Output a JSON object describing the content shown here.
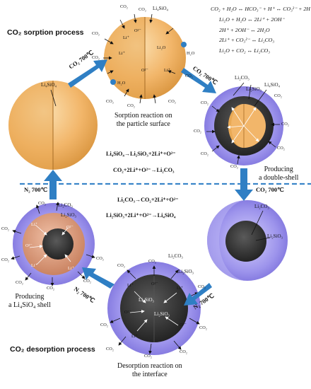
{
  "headings": {
    "sorption": "CO₂ sorption process",
    "desorption": "CO₂ desorption process"
  },
  "conditions": {
    "co2_700_left": "CO₂ 700℃",
    "co2_700_right": "CO₂ 700℃",
    "co2_700_down": "CO₂ 700℃",
    "n2_700_left": "N₂ 700℃",
    "n2_700_bottom_left": "N₂ 700℃",
    "n2_700_bottom_right": "N₂ 700℃"
  },
  "captions": {
    "sorption_surface_1": "Sorption reaction on",
    "sorption_surface_2": "the particle surface",
    "double_shell_1": "Producing",
    "double_shell_2": "a double-shell",
    "li4sio4_shell_1": "Producing",
    "li4sio4_shell_2": "a Li₄SiO₄ shell",
    "desorption_1": "Desorption reaction on",
    "desorption_2": "the interface"
  },
  "equations": {
    "top_right": [
      "CO₂ + H₂O ↔ HCO₃⁻ + H⁺ ↔ CO₃²⁻ + 2H⁺",
      "Li₂O + H₂O ↔ 2Li⁺ + 2OH⁻",
      "2H⁺ + 2OH⁻ ↔ 2H₂O",
      "2Li⁺ + CO₃²⁻ ↔ Li₂CO₃",
      "Li₂O + CO₂ ↔ Li₂CO₃"
    ],
    "sorption_1": "Li₄SiO₄→Li₂SiO₃+2Li⁺+O²⁻",
    "sorption_2": "CO₂+2Li⁺+O²⁻→Li₂CO₃",
    "desorption_1": "Li₂CO₃→CO₂+2Li⁺+O²⁻",
    "desorption_2": "Li₂SiO₃+2Li⁺+O²⁻→Li₄SiO₄"
  },
  "particle_labels": {
    "li4sio4": "Li₄SiO₄",
    "li2sio3": "Li₂SiO₃",
    "li2co3": "Li₂CO₃",
    "co2": "CO₂",
    "h2o": "H₂O",
    "li2o": "Li₂O",
    "li_ion": "Li⁺",
    "o_ion": "O²⁻"
  },
  "colors": {
    "orange_core": "#f2b66a",
    "orange_dark": "#c98a3c",
    "purple_shell": "#8f86e6",
    "purple_light": "#cfcaf5",
    "dark_core": "#2f2f2f",
    "salmon_shell": "#d89a7e",
    "arrow_blue": "#2f7fc4",
    "dashed_line": "#3b86c9"
  }
}
